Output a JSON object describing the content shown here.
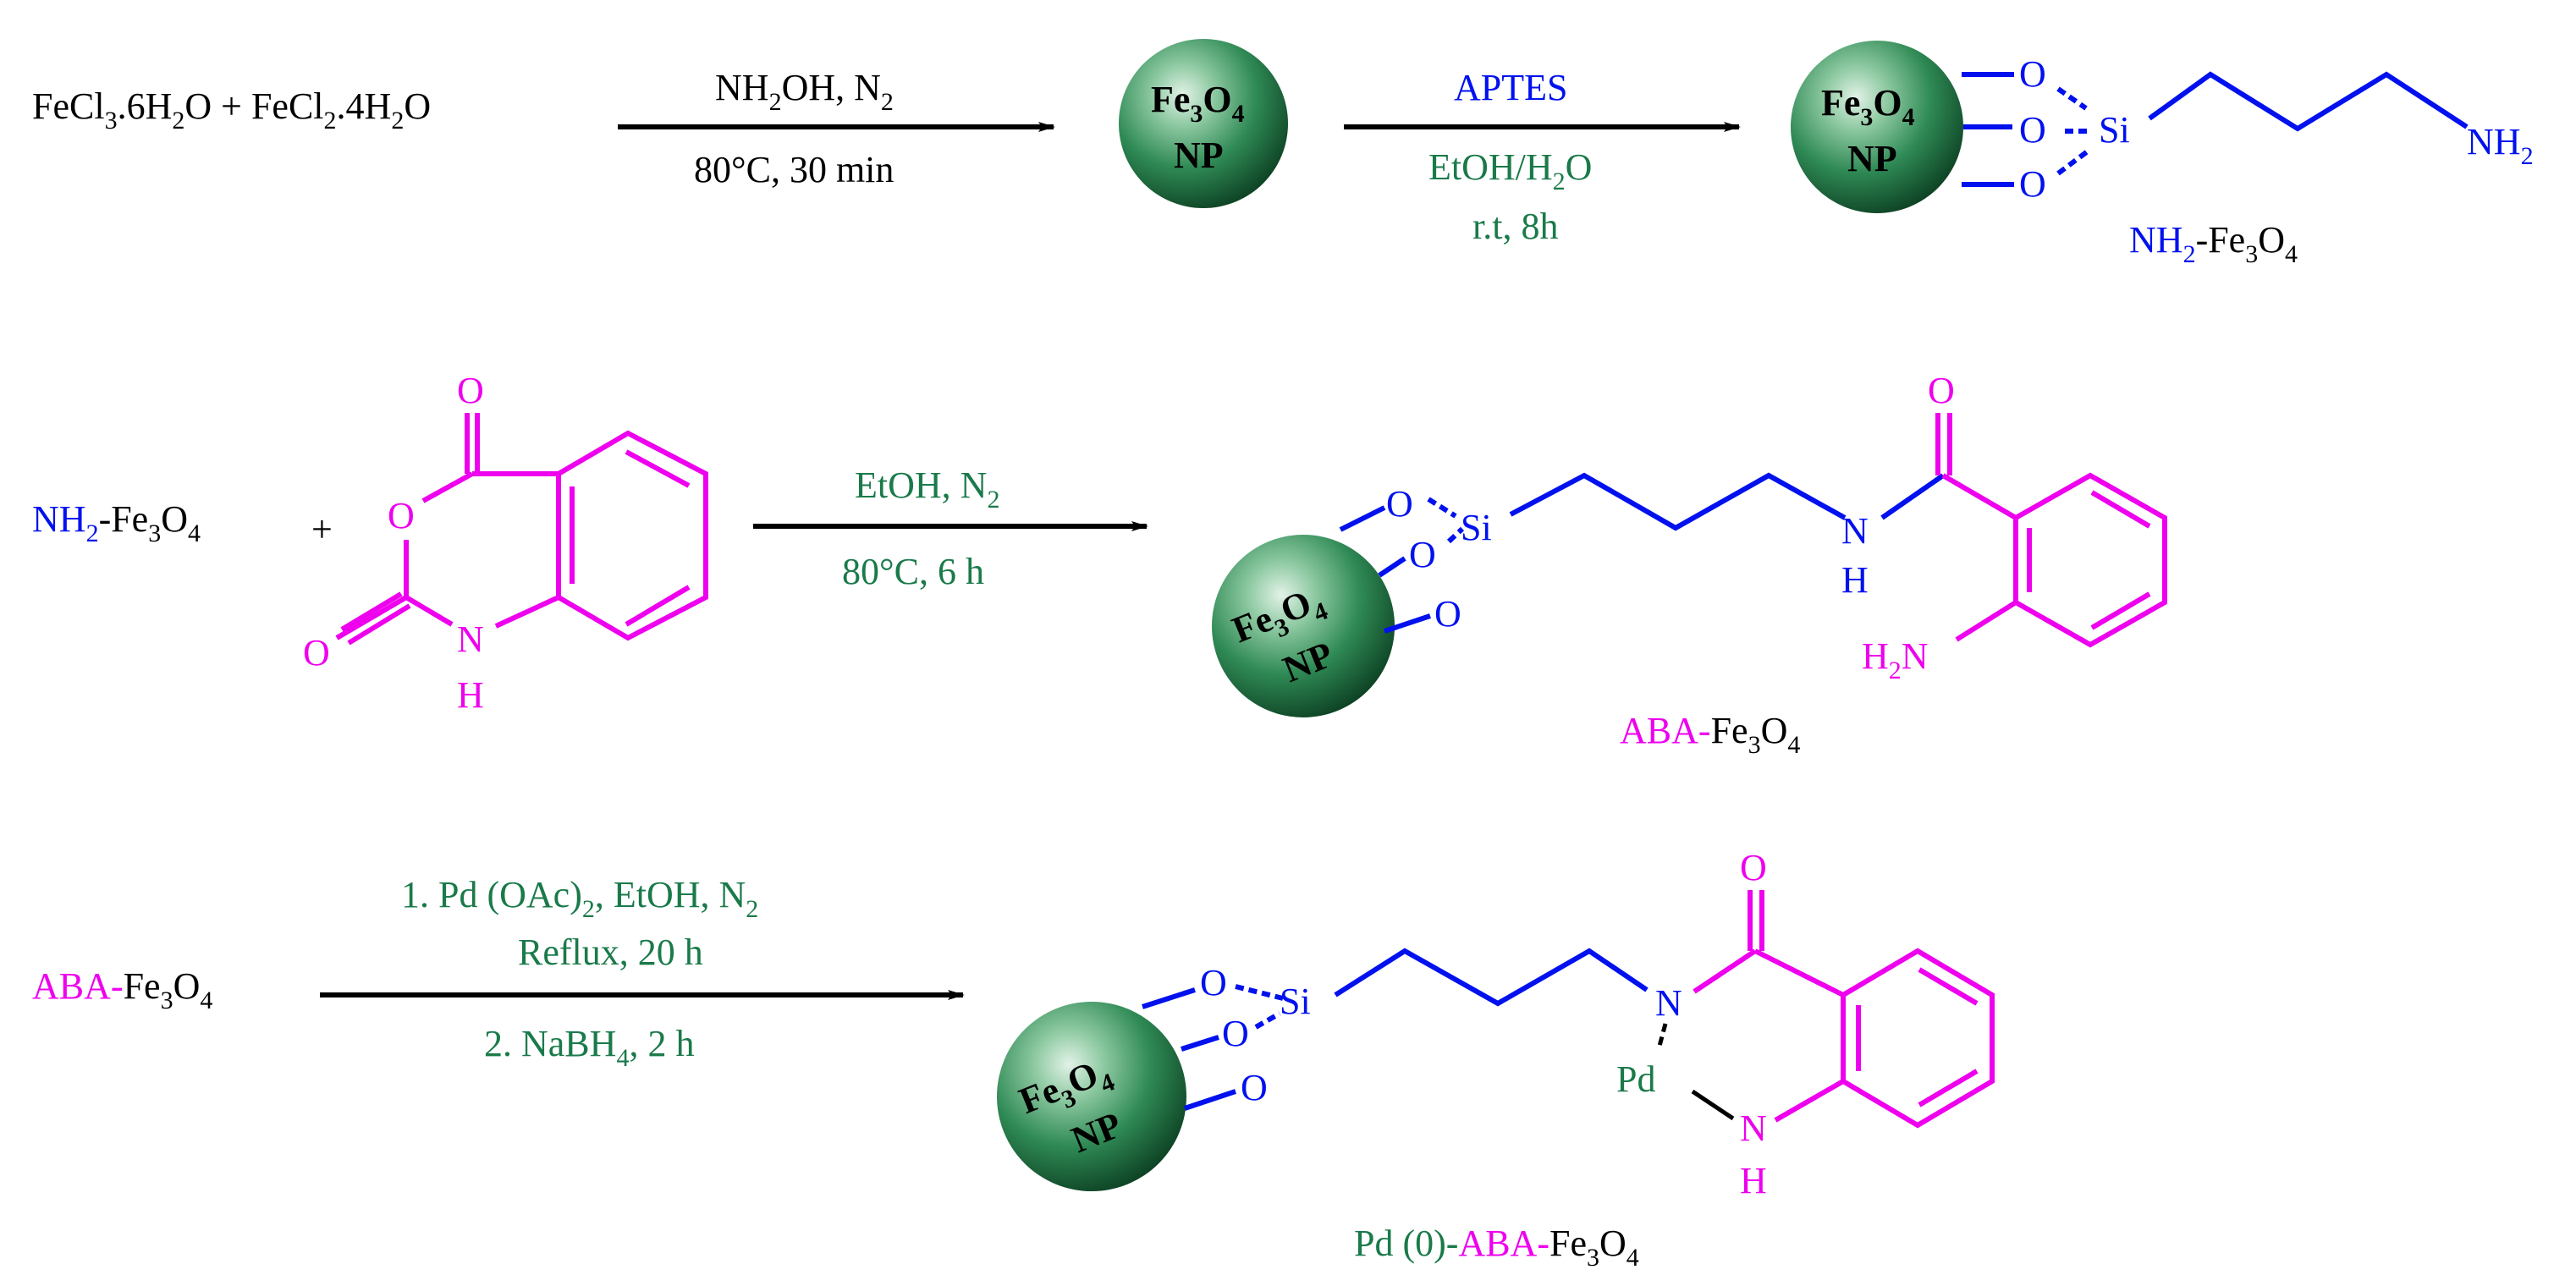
{
  "colors": {
    "black": "#000000",
    "blue": "#0011ee",
    "magenta": "#ee00ee",
    "green": "#1a7a4a",
    "sphere_light": "#cfe8d6",
    "sphere_mid": "#3b9a62",
    "sphere_dark": "#0f4a2a"
  },
  "nanoparticle": {
    "formula_main": "Fe",
    "sub3": "3",
    "formula_o": "O",
    "sub4": "4",
    "np": "NP"
  },
  "step1": {
    "reactant_left": "FeCl",
    "reactant_left_sub3": "3",
    "reactant_left_mid": ".6H",
    "reactant_left_sub2": "2",
    "reactant_left_end": "O + FeCl",
    "reactant_right_sub2": "2",
    "reactant_right_mid": ".4H",
    "reactant_right_sub2b": "2",
    "reactant_right_end": "O",
    "reagent_above": "NH",
    "reagent_above_sub": "2",
    "reagent_above_end": "OH, N",
    "reagent_above_sub2": "2",
    "conditions_below": "80°C, 30 min"
  },
  "step2": {
    "reagent_above": "APTES",
    "solvent": "EtOH/H",
    "solvent_sub": "2",
    "solvent_end": "O",
    "conditions": "r.t, 8h",
    "product_label": "NH",
    "product_label_sub": "2",
    "product_label_end": "-Fe",
    "product_label_sub3": "3",
    "product_label_o": "O",
    "product_label_sub4": "4",
    "amine": "NH",
    "amine_sub": "2"
  },
  "step3": {
    "reactant": "NH",
    "reactant_sub": "2",
    "reactant_end": "-Fe",
    "reactant_sub3": "3",
    "reactant_o": "O",
    "reactant_sub4": "4",
    "plus": "+",
    "reagent_above": "EtOH, N",
    "reagent_above_sub": "2",
    "conditions_below": "80°C, 6 h",
    "product_label_prefix": "ABA-",
    "product_label_fe": "Fe",
    "product_label_sub3": "3",
    "product_label_o": "O",
    "product_label_sub4": "4",
    "amine": "H",
    "amine_sub": "2",
    "amine_n": "N"
  },
  "step4": {
    "reactant_prefix": "ABA-",
    "reactant_fe": "Fe",
    "reactant_sub3": "3",
    "reactant_o": "O",
    "reactant_sub4": "4",
    "line1": "1. Pd (OAc)",
    "line1_sub": "2",
    "line1_end": ", EtOH, N",
    "line1_sub2": "2",
    "line2": "Reflux, 20 h",
    "line3": "2. NaBH",
    "line3_sub": "4",
    "line3_end": ", 2 h",
    "product_label_pd": "Pd (0)-",
    "product_label_aba": "ABA-",
    "product_label_fe": "Fe",
    "product_label_sub3": "3",
    "product_label_o": "O",
    "product_label_sub4": "4",
    "pd_atom": "Pd"
  },
  "atoms": {
    "O": "O",
    "Si": "Si",
    "N": "N",
    "H": "H"
  }
}
